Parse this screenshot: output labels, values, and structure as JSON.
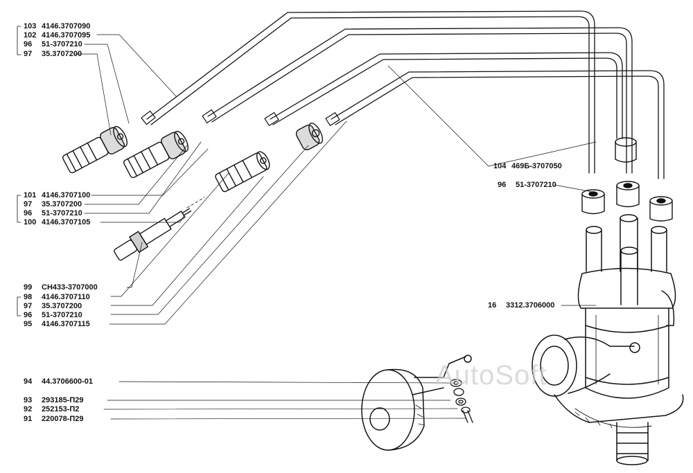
{
  "watermark": "AutoSoft",
  "colors": {
    "ink": "#111111",
    "paper": "#ffffff",
    "watermark": "#cccccc"
  },
  "labels": [
    {
      "id": "l103",
      "num": "103",
      "code": "4146.3707090"
    },
    {
      "id": "l102",
      "num": "102",
      "code": "4146.3707095"
    },
    {
      "id": "l96a",
      "num": "96",
      "code": "51-3707210"
    },
    {
      "id": "l97a",
      "num": "97",
      "code": "35.3707200"
    },
    {
      "id": "l101",
      "num": "101",
      "code": "4146.3707100"
    },
    {
      "id": "l97b",
      "num": "97",
      "code": "35.3707200"
    },
    {
      "id": "l96b",
      "num": "96",
      "code": "51-3707210"
    },
    {
      "id": "l100",
      "num": "100",
      "code": "4146.3707105"
    },
    {
      "id": "l99",
      "num": "99",
      "code": "СН433-3707000"
    },
    {
      "id": "l98",
      "num": "98",
      "code": "4146.3707110"
    },
    {
      "id": "l97c",
      "num": "97",
      "code": "35.3707200"
    },
    {
      "id": "l96c",
      "num": "96",
      "code": "51-3707210"
    },
    {
      "id": "l95",
      "num": "95",
      "code": "4146.3707115"
    },
    {
      "id": "l104",
      "num": "104",
      "code": "469Б-3707050"
    },
    {
      "id": "l96d",
      "num": "96",
      "code": "51-3707210"
    },
    {
      "id": "l16",
      "num": "16",
      "code": "3312.3706000"
    },
    {
      "id": "l94",
      "num": "94",
      "code": "44.3706600-01"
    },
    {
      "id": "l93",
      "num": "93",
      "code": "293185-П29"
    },
    {
      "id": "l92",
      "num": "92",
      "code": "252153-П2"
    },
    {
      "id": "l91",
      "num": "91",
      "code": "220078-П29"
    }
  ]
}
